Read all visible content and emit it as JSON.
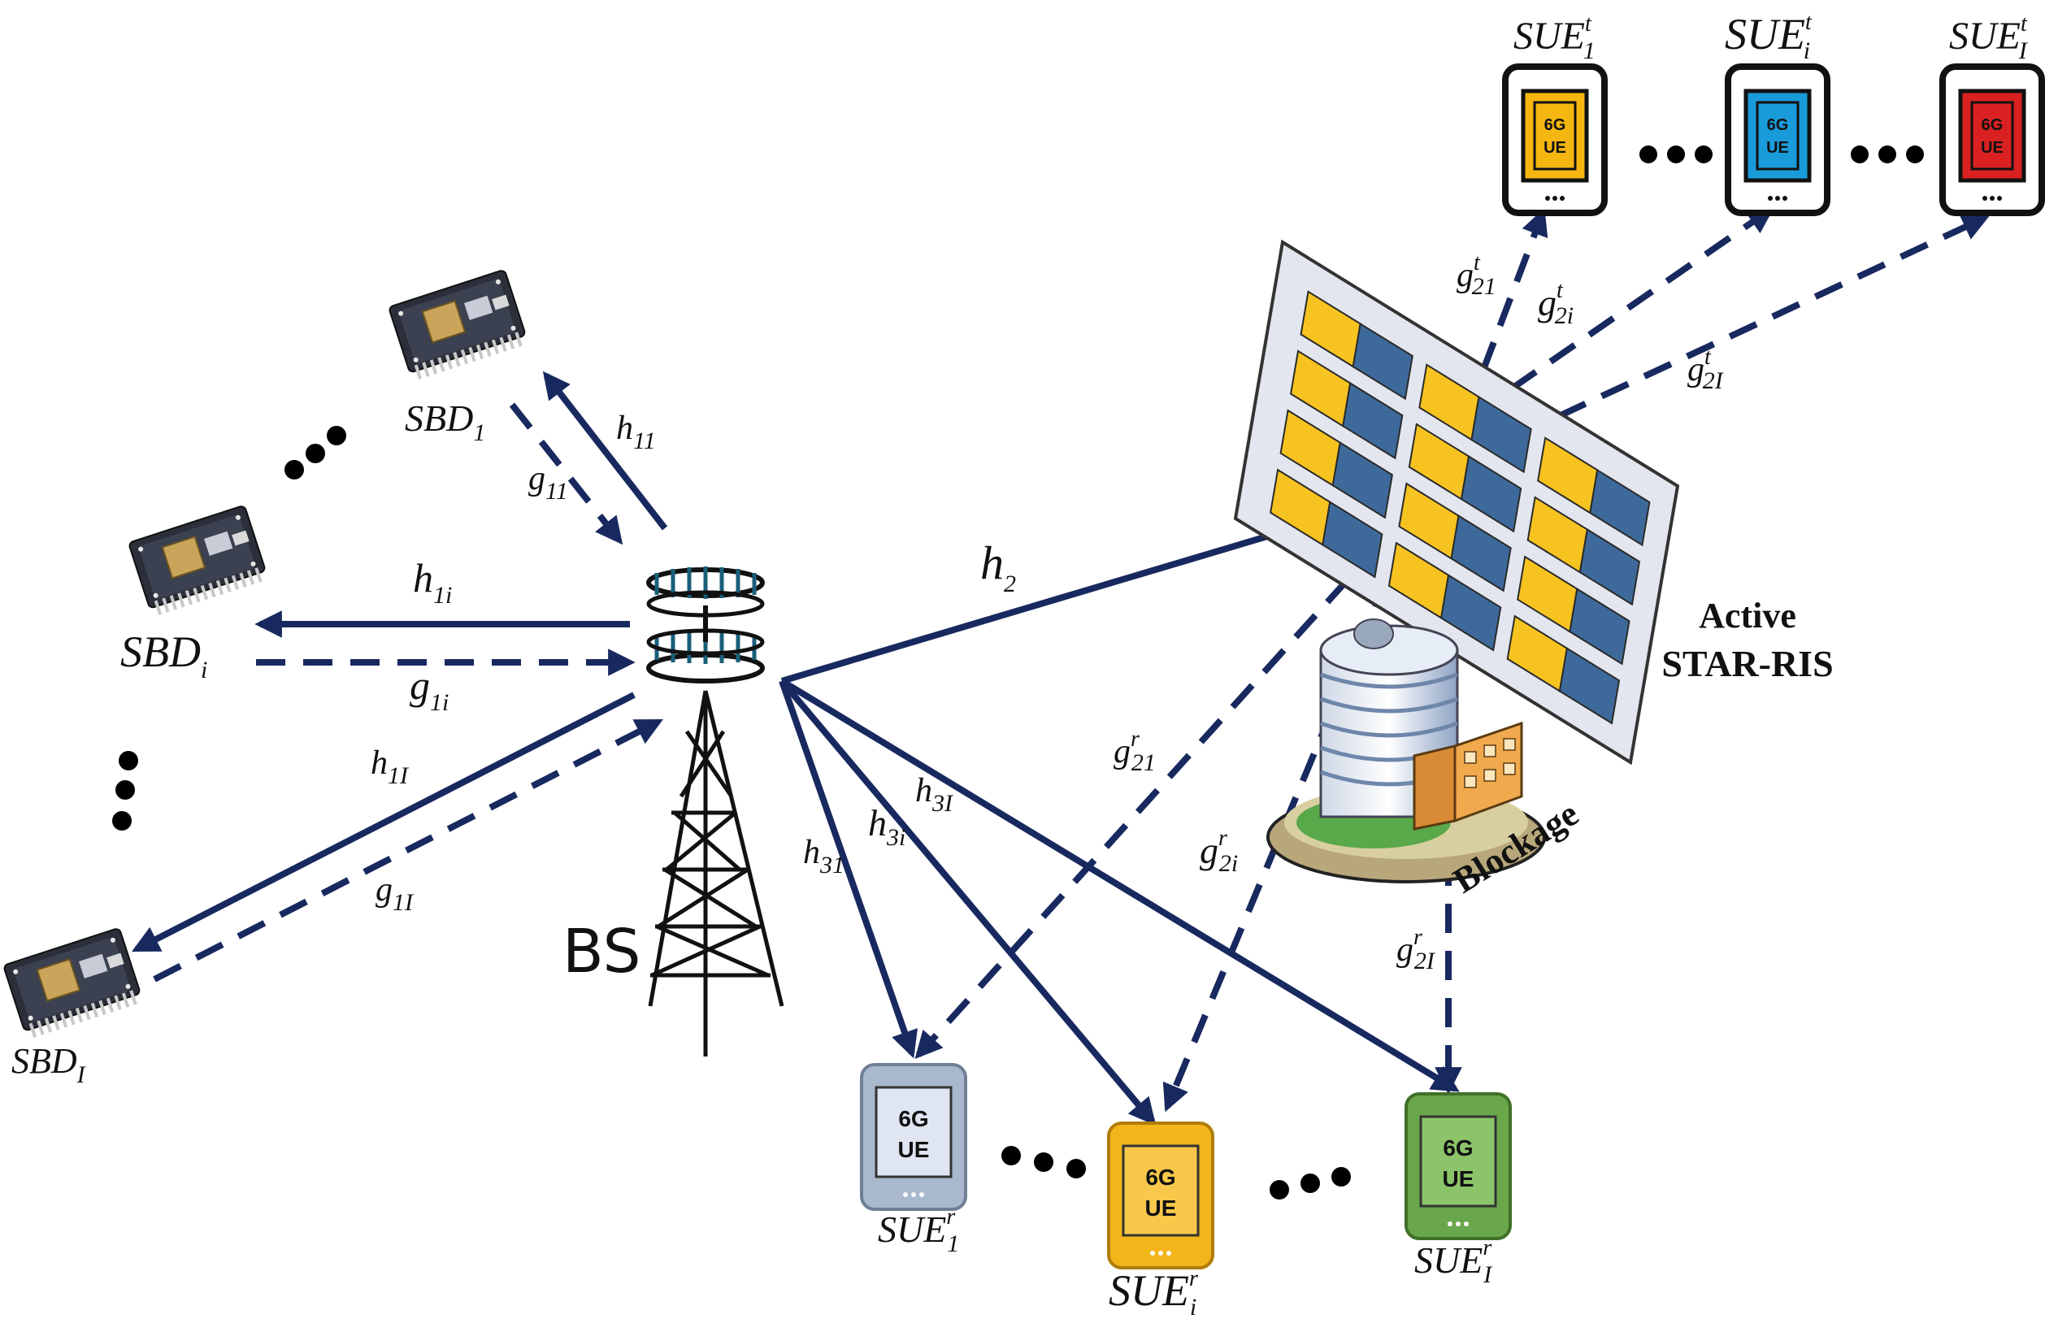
{
  "colors": {
    "link": "#18295f",
    "ris_frame": "#e3e6ee",
    "ris_yellow": "#f7c320",
    "ris_blue": "#3d6a9a",
    "phone_gray": "#a9b8cc",
    "phone_yellow": "#f2b51a",
    "phone_green": "#6aa64a",
    "screen_yellow": "#f5b60f",
    "screen_blue": "#1a9bd9",
    "screen_red": "#d92121"
  },
  "icons": [
    "sensor-board-icon",
    "base-station-tower-icon",
    "star-ris-panel-icon",
    "building-blockage-icon",
    "smartphone-icon"
  ],
  "nodes": {
    "bs": "BS",
    "ris_line1": "Active",
    "ris_line2": "STAR-RIS",
    "blockage": "Blockage",
    "phone_text_1": "6G",
    "phone_text_2": "UE",
    "sbd": {
      "base": "SBD",
      "sub_1": "1",
      "sub_i": "i",
      "sub_I": "I"
    },
    "sue": {
      "base": "SUE",
      "sup_t": "t",
      "sup_r": "r",
      "sub_1": "1",
      "sub_i": "i",
      "sub_I": "I"
    }
  },
  "links": {
    "h_base": "h",
    "g_base": "g",
    "h11": "11",
    "g11": "11",
    "h1i": "1i",
    "g1i": "1i",
    "h1I": "1I",
    "g1I": "1I",
    "h2": "2",
    "h31": "31",
    "h3i": "3i",
    "h3I": "3I",
    "g21": "21",
    "g2i": "2i",
    "g2I": "2I",
    "sup_t": "t",
    "sup_r": "r"
  }
}
